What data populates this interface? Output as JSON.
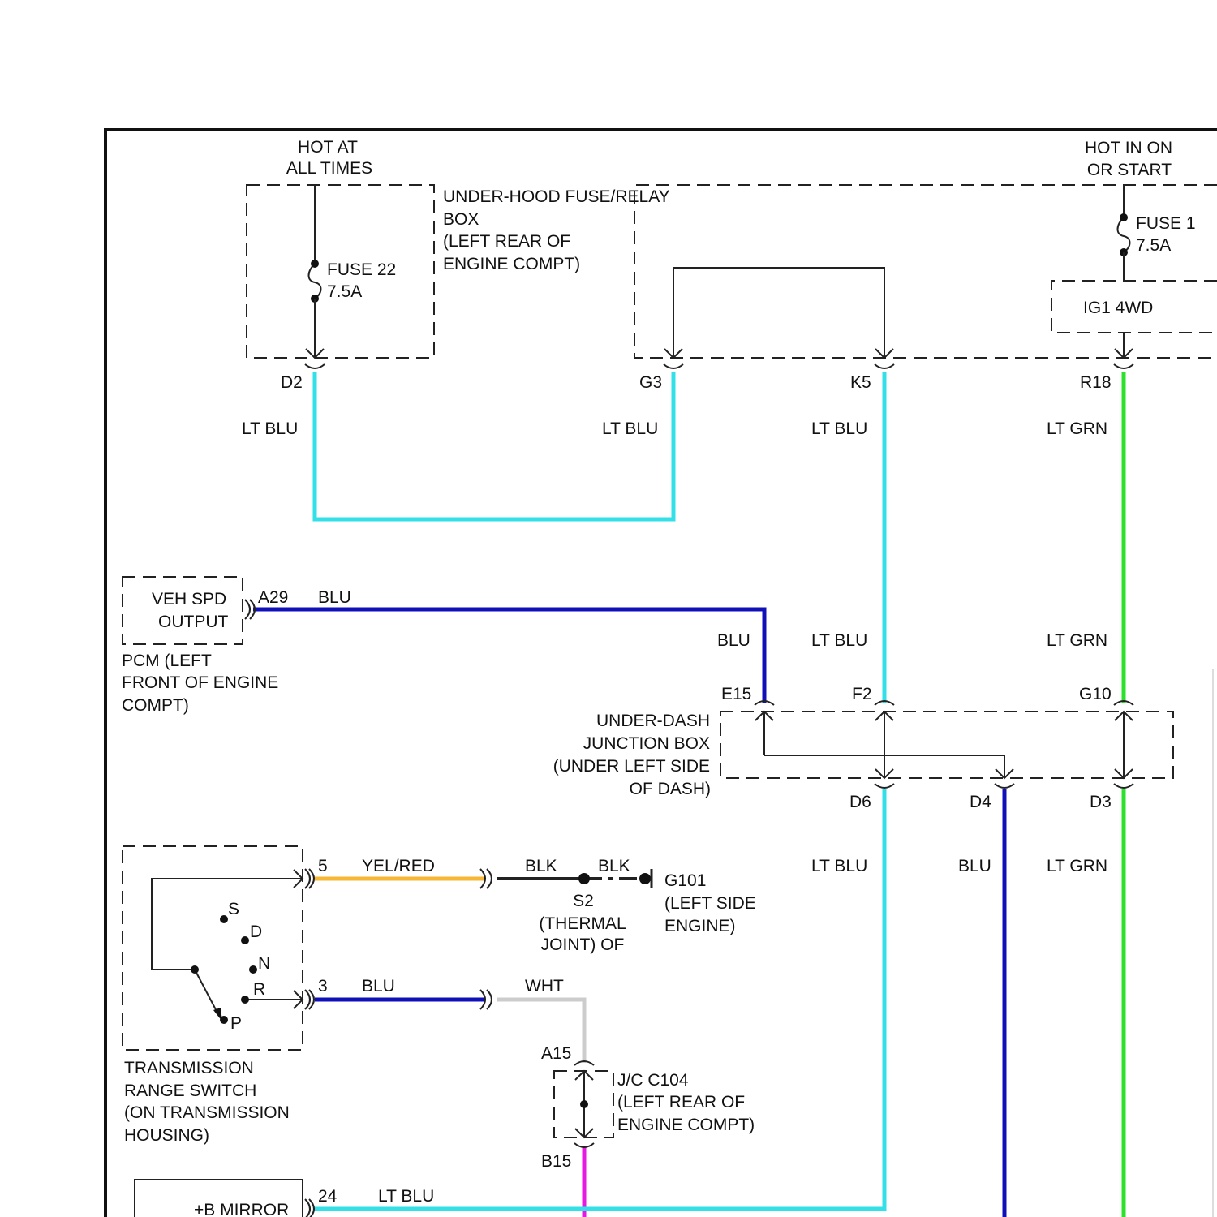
{
  "colors": {
    "lt_blu": "#33E0E8",
    "blu": "#1010B8",
    "lt_grn": "#2EE02E",
    "yel_red": "#F7B733",
    "blk": "#222222",
    "wht": "#CCCCCC",
    "pink": "#E619E0"
  },
  "power": {
    "hot_at_all_times": [
      "HOT AT",
      "ALL TIMES"
    ],
    "hot_in_on_or_start": [
      "HOT IN ON",
      "OR START"
    ]
  },
  "fuses": {
    "fuse22": [
      "FUSE 22",
      "7.5A"
    ],
    "fuse1": [
      "FUSE 1",
      "7.5A"
    ]
  },
  "components": {
    "underhood_box": [
      "UNDER-HOOD FUSE/RELAY",
      "BOX",
      "(LEFT REAR OF",
      "ENGINE COMPT)"
    ],
    "ig1_4wd": "IG1 4WD",
    "pcm_box": [
      "VEH SPD",
      "OUTPUT"
    ],
    "pcm_caption": [
      "PCM (LEFT",
      "FRONT OF ENGINE",
      "COMPT)"
    ],
    "underdash_box": [
      "UNDER-DASH",
      "JUNCTION BOX",
      "(UNDER LEFT SIDE",
      "OF DASH)"
    ],
    "trans_caption": [
      "TRANSMISSION",
      "RANGE SWITCH",
      "(ON TRANSMISSION",
      "HOUSING)"
    ],
    "trans_positions": [
      "S",
      "D",
      "N",
      "R",
      "P"
    ],
    "jc_box": [
      "J/C C104",
      "(LEFT REAR OF",
      "ENGINE COMPT)"
    ],
    "ground": [
      "G101",
      "(LEFT SIDE",
      "ENGINE)"
    ],
    "splice": [
      "S2",
      "(THERMAL",
      "JOINT) OF"
    ],
    "mirror": "+B MIRROR"
  },
  "pins": {
    "d2": "D2",
    "g3": "G3",
    "k5": "K5",
    "r18": "R18",
    "a29": "A29",
    "e15": "E15",
    "f2": "F2",
    "g10": "G10",
    "d6": "D6",
    "d4": "D4",
    "d3": "D3",
    "p5": "5",
    "p3": "3",
    "a15": "A15",
    "b15": "B15",
    "p24": "24"
  },
  "wire_labels": {
    "d2": "LT BLU",
    "g3": "LT BLU",
    "k5": "LT BLU",
    "r18": "LT GRN",
    "a29": "BLU",
    "e15": "BLU",
    "f2": "LT BLU",
    "g10": "LT GRN",
    "d6": "LT BLU",
    "d4": "BLU",
    "d3": "LT GRN",
    "p5": "YEL/RED",
    "blk1": "BLK",
    "blk2": "BLK",
    "p3": "BLU",
    "wht": "WHT",
    "p24": "LT BLU"
  }
}
